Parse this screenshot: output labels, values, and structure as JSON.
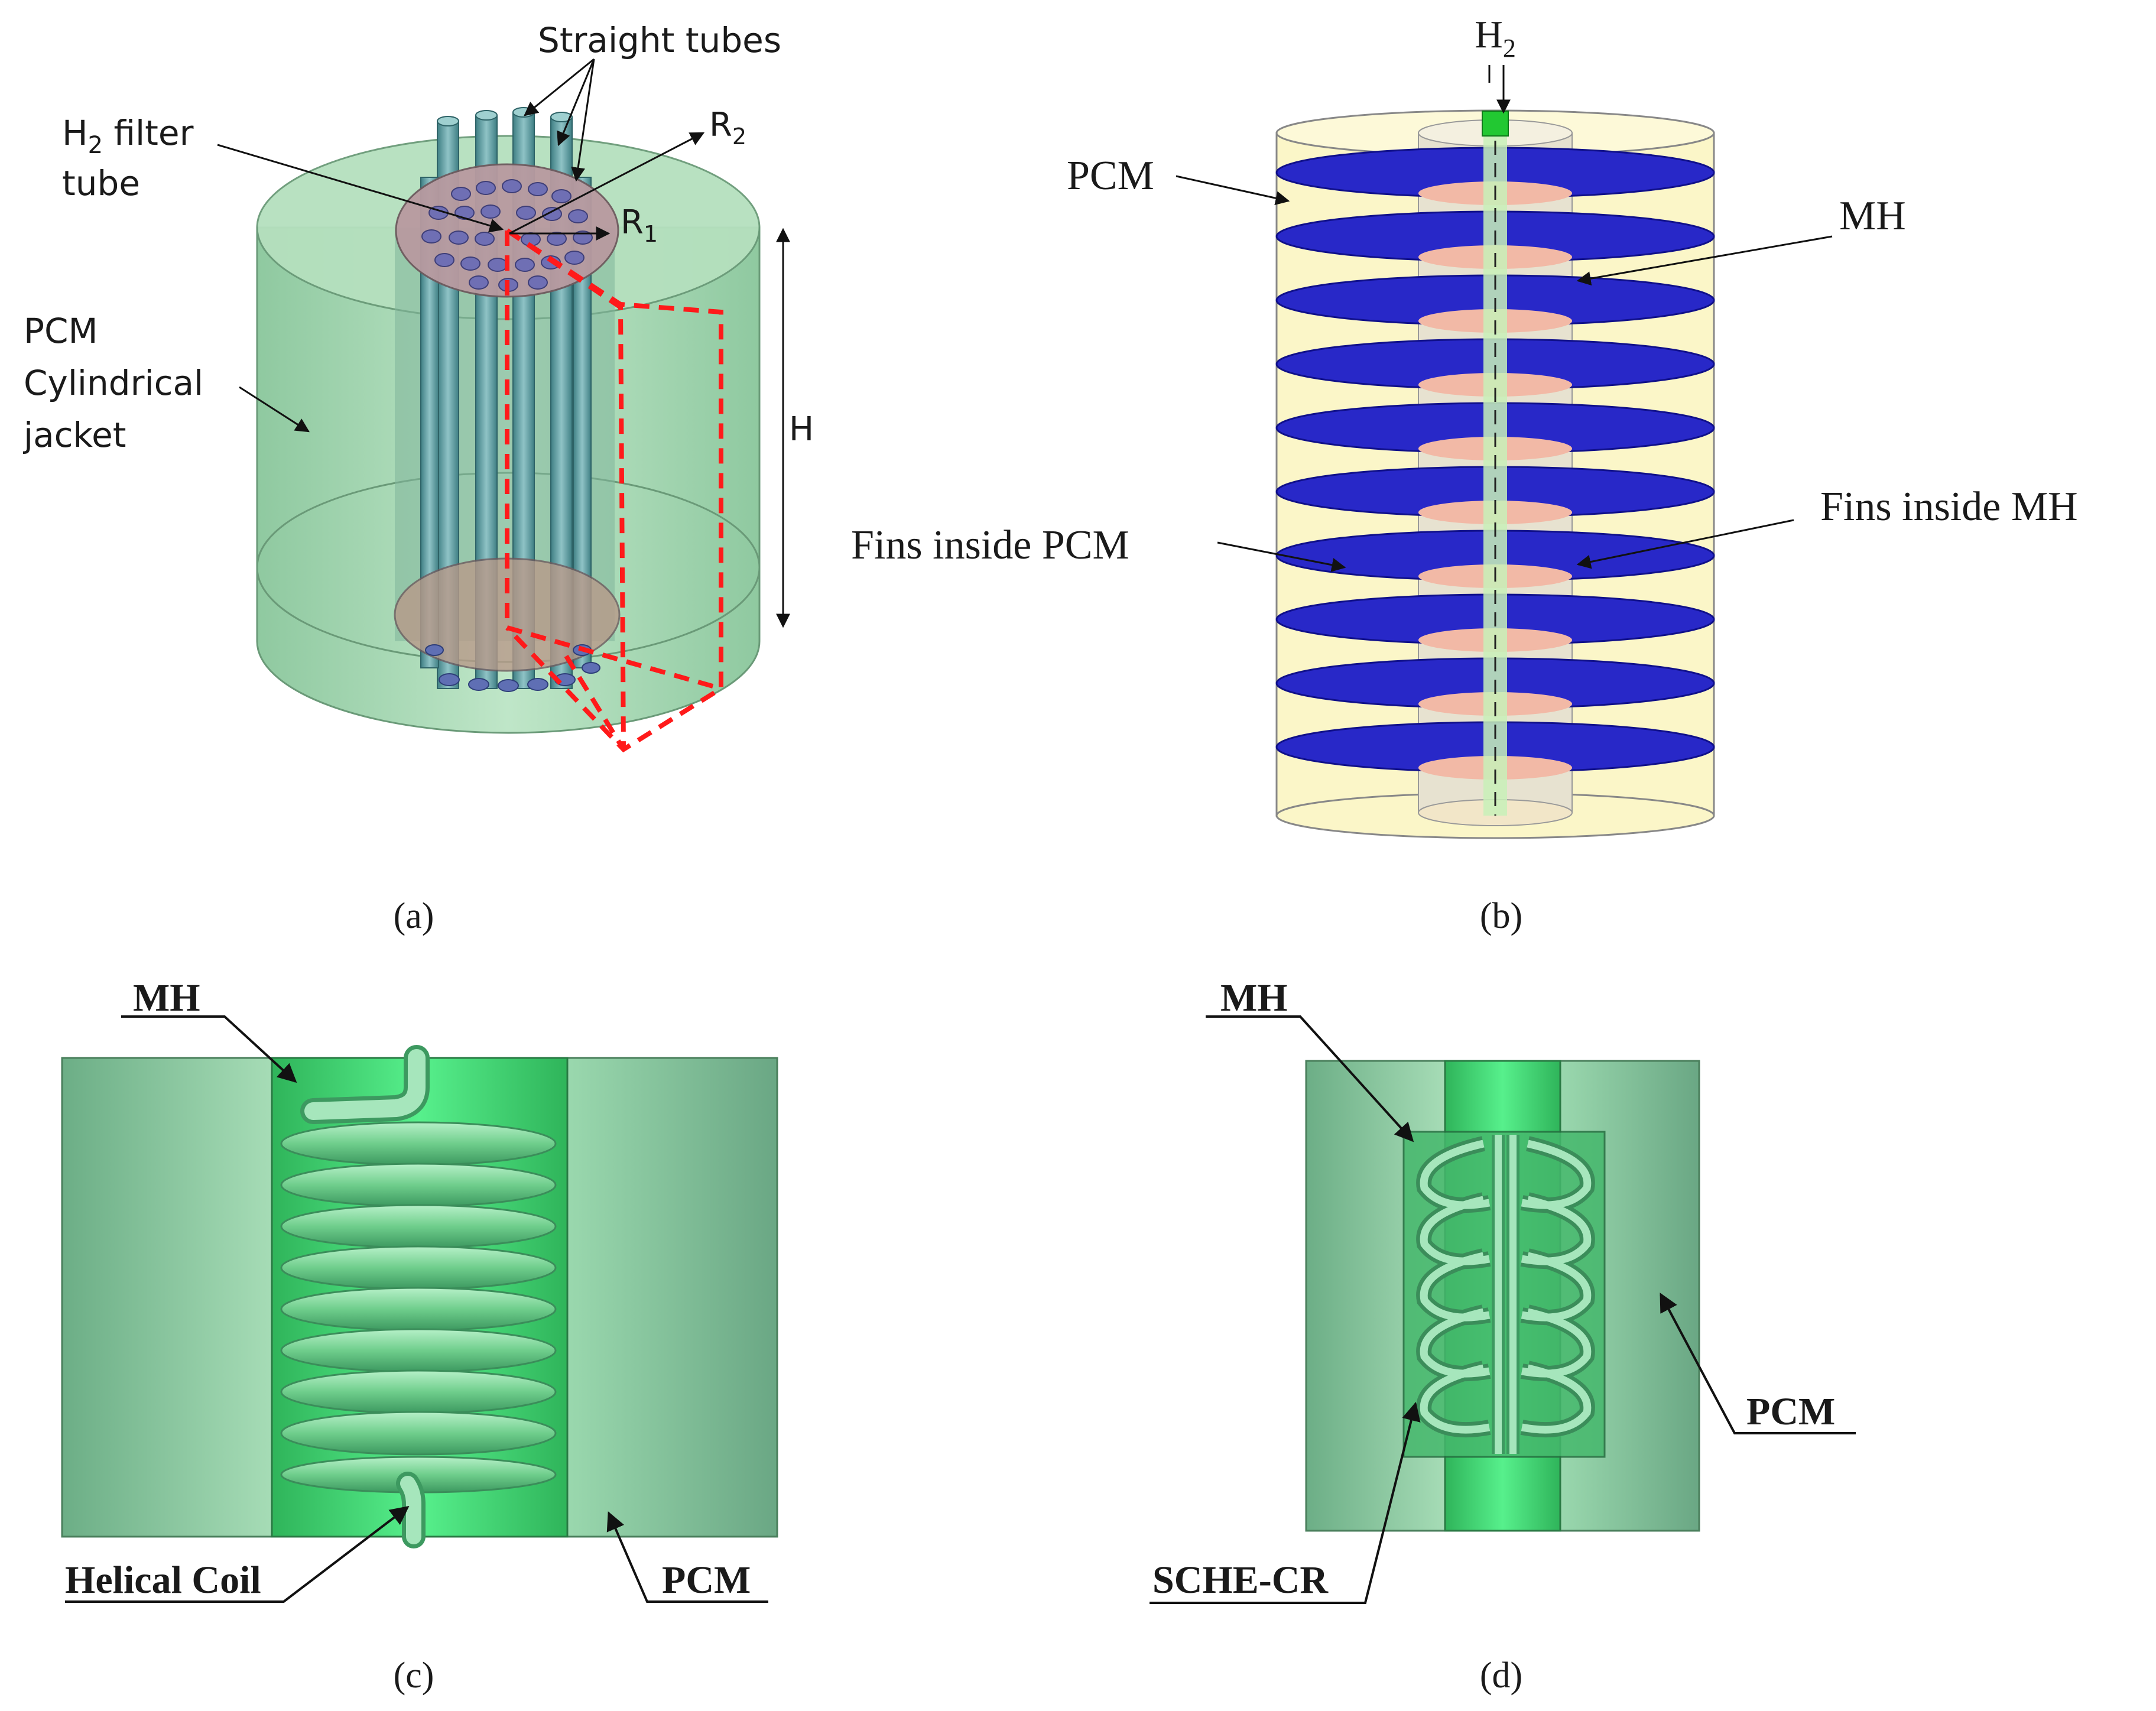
{
  "panels": {
    "a": {
      "caption": "(a)",
      "labels": {
        "straight_tubes": "Straight tubes",
        "h2_filter_h": "H",
        "h2_filter_sub": "2",
        "h2_filter_rest": " filter",
        "tube": "tube",
        "r2": "R",
        "r2_sub": "2",
        "r1": "R",
        "r1_sub": "1",
        "h": "H",
        "pcm": "PCM",
        "cylindrical": "Cylindrical",
        "jacket": "jacket"
      }
    },
    "b": {
      "caption": "(b)",
      "labels": {
        "h2": "H",
        "h2_sub": "2",
        "pcm": "PCM",
        "mh": "MH",
        "fins_pcm": "Fins inside PCM",
        "fins_mh": "Fins inside MH"
      }
    },
    "c": {
      "caption": "(c)",
      "labels": {
        "mh": "MH",
        "helical_coil": "Helical Coil",
        "pcm": "PCM"
      }
    },
    "d": {
      "caption": "(d)",
      "labels": {
        "mh": "MH",
        "sche_cr": "SCHE-CR",
        "pcm": "PCM"
      }
    }
  },
  "colors": {
    "pcm_jacket": "#a8d8b0",
    "filter_disc": "#b79a9e",
    "red_dashed": "#ff1a1a",
    "fin_blue": "#2828c8",
    "pcm_yellow": "#fbf6c8",
    "mh_salmon": "#f2b9a6",
    "h2_green": "#22c832",
    "coil_green": "#6ad28f"
  }
}
